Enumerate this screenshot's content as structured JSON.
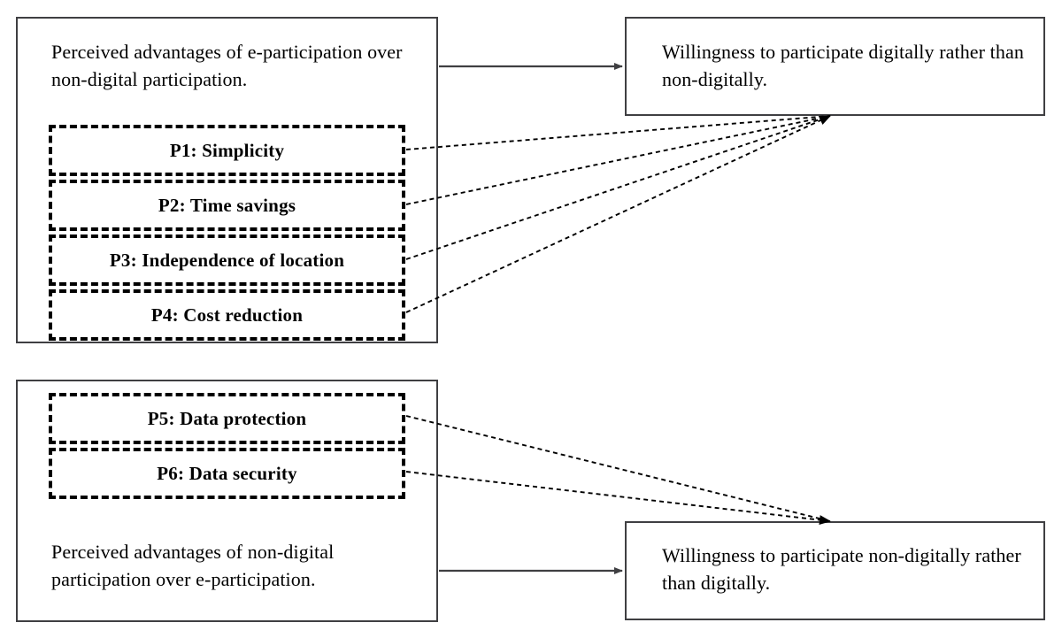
{
  "diagram": {
    "type": "conceptual-research-model",
    "boxes": {
      "top_left": {
        "caption": "Perceived advantages of e-participation over non-digital participation."
      },
      "top_right": {
        "caption": "Willingness  to participate digitally rather than non-digitally."
      },
      "bottom_left": {
        "caption": "Perceived advantages of non-digital participation over e-participation."
      },
      "bottom_right": {
        "caption": "Willingness  to participate non-digitally rather than digitally."
      }
    },
    "propositions_digital": [
      {
        "id": "P1",
        "label": "P1: Simplicity"
      },
      {
        "id": "P2",
        "label": "P2: Time savings"
      },
      {
        "id": "P3",
        "label": "P3: Independence of location"
      },
      {
        "id": "P4",
        "label": "P4: Cost reduction"
      }
    ],
    "propositions_non_digital": [
      {
        "id": "P5",
        "label": "P5: Data protection"
      },
      {
        "id": "P6",
        "label": "P6: Data security"
      }
    ],
    "connectors": {
      "solid_arrow_top": "top-left-box to top-right-box",
      "solid_arrow_bottom": "bottom-left-box to bottom-right-box",
      "dotted_arrows_top": "P1,P2,P3,P4 to willingness-digital",
      "dotted_arrows_bottom": "P5,P6 to willingness-non-digital"
    },
    "colors": {
      "box_border": "#3f3f42",
      "dashed_border": "#000000",
      "text": "#000000",
      "background": "#ffffff"
    }
  }
}
